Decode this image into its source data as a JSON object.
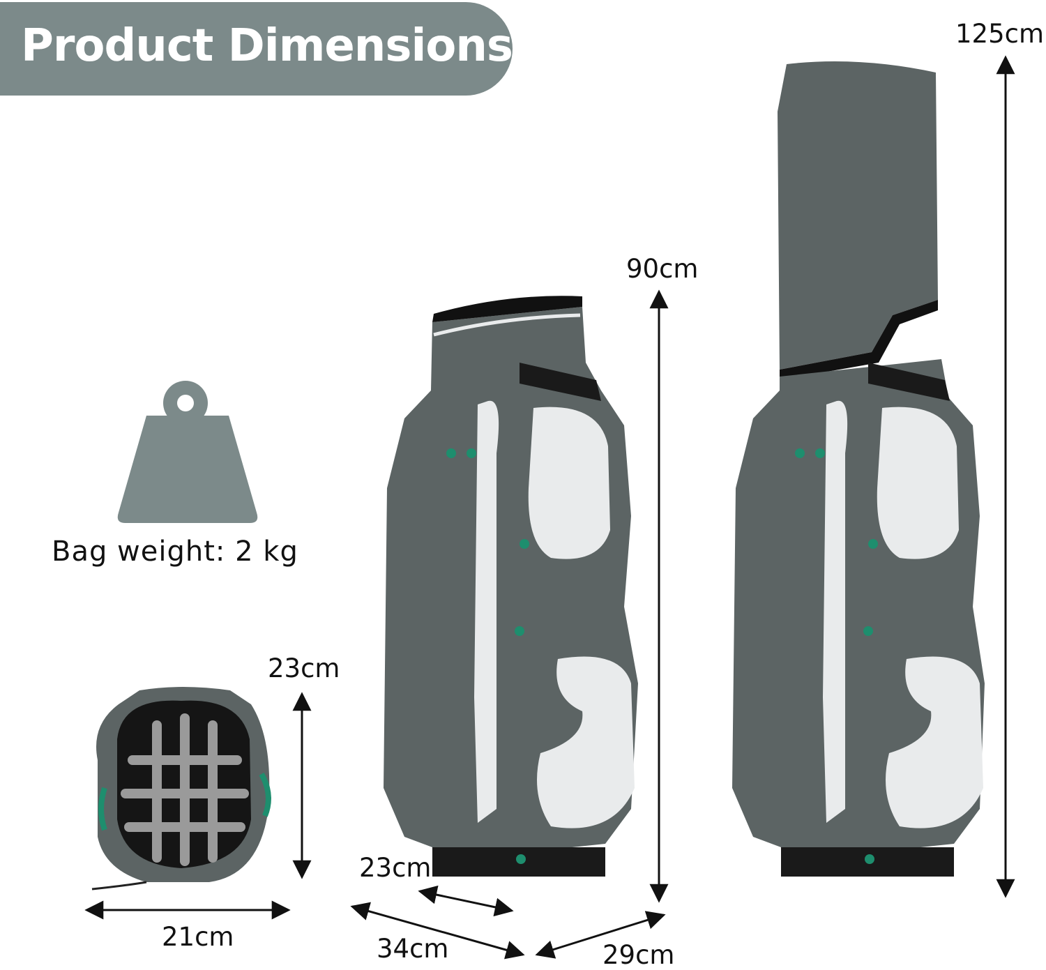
{
  "banner": {
    "title": "Product Dimensions"
  },
  "weight": {
    "label": "Bag weight: 2 kg",
    "icon": "weight-icon"
  },
  "dimensions": {
    "top_view_height": "23cm",
    "top_view_width": "21cm",
    "bag_height": "90cm",
    "bag_depth": "23cm",
    "bag_length": "34cm",
    "bag_width": "29cm",
    "extended_height": "125cm"
  },
  "colors": {
    "banner": "#7c8a8a",
    "bag_body": "#5c6464",
    "bag_panel": "#e9ebec",
    "zipper_pull": "#1e8e6e"
  }
}
